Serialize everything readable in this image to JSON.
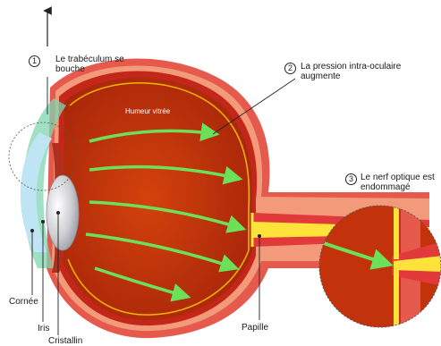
{
  "callouts": [
    {
      "number": "1",
      "line1": "Le trabéculum se",
      "line2": "bouche"
    },
    {
      "number": "2",
      "line1": "La pression intra-oculaire",
      "line2": "augmente"
    },
    {
      "number": "3",
      "line1": "Le nerf optique est",
      "line2": "endommagé"
    }
  ],
  "labels": {
    "humeur": "Humeur vitrée",
    "cornee": "Cornée",
    "iris": "Iris",
    "cristallin": "Cristallin",
    "papille": "Papille"
  },
  "colors": {
    "sclera": "#e23a3a",
    "sclera_light": "#f3a07a",
    "choroid": "#b81e10",
    "vitreous": "#c2330c",
    "retina_line": "#f2b800",
    "optic_nerve": "#ffe23a",
    "pressure_arrow": "#6de05a",
    "cornea": "#bfe4f3",
    "trabecular": "#44c79a"
  },
  "icons": [
    "up-arrow-icon",
    "pressure-arrow-icon"
  ]
}
